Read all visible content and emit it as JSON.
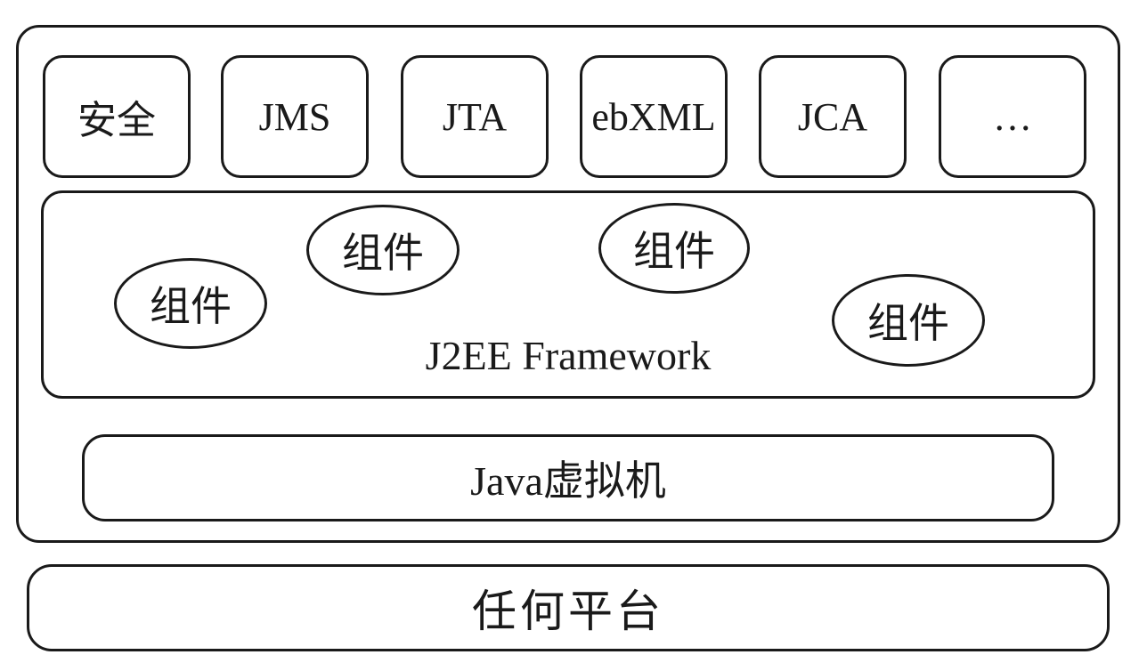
{
  "services": [
    "安全",
    "JMS",
    "JTA",
    "ebXML",
    "JCA",
    "…"
  ],
  "framework": {
    "label": "J2EE Framework",
    "components": [
      "组件",
      "组件",
      "组件",
      "组件"
    ]
  },
  "jvm_label": "Java虚拟机",
  "platform_label": "任何平台"
}
